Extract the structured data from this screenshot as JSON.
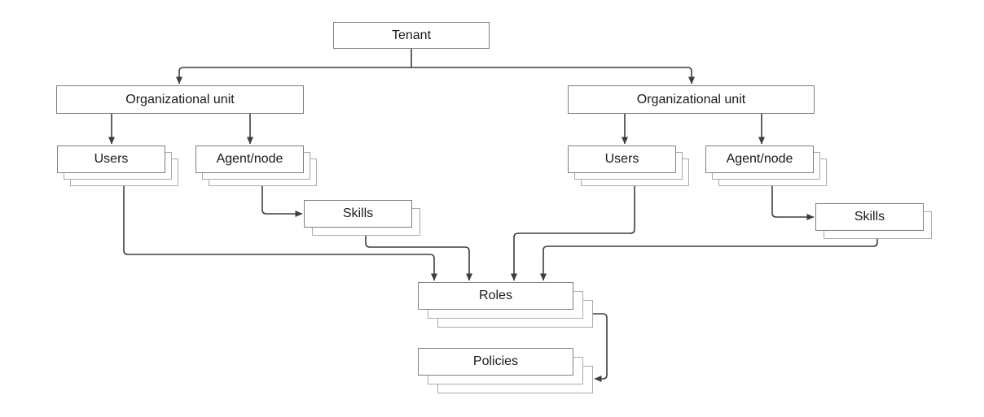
{
  "diagram": {
    "title": "Tenant / organizational unit hierarchy diagram",
    "nodes": {
      "tenant": {
        "label": "Tenant",
        "stacked": false
      },
      "org_left": {
        "label": "Organizational unit",
        "stacked": false
      },
      "org_right": {
        "label": "Organizational unit",
        "stacked": false
      },
      "users_left": {
        "label": "Users",
        "stacked": true,
        "stack_count": 3
      },
      "agent_left": {
        "label": "Agent/node",
        "stacked": true,
        "stack_count": 3
      },
      "skills_left": {
        "label": "Skills",
        "stacked": true,
        "stack_count": 2
      },
      "users_right": {
        "label": "Users",
        "stacked": true,
        "stack_count": 3
      },
      "agent_right": {
        "label": "Agent/node",
        "stacked": true,
        "stack_count": 3
      },
      "skills_right": {
        "label": "Skills",
        "stacked": true,
        "stack_count": 2
      },
      "roles": {
        "label": "Roles",
        "stacked": true,
        "stack_count": 3
      },
      "policies": {
        "label": "Policies",
        "stacked": true,
        "stack_count": 3
      }
    },
    "edges": [
      {
        "from": "tenant",
        "to": "org_left"
      },
      {
        "from": "tenant",
        "to": "org_right"
      },
      {
        "from": "org_left",
        "to": "users_left"
      },
      {
        "from": "org_left",
        "to": "agent_left"
      },
      {
        "from": "org_right",
        "to": "users_right"
      },
      {
        "from": "org_right",
        "to": "agent_right"
      },
      {
        "from": "agent_left",
        "to": "skills_left"
      },
      {
        "from": "agent_right",
        "to": "skills_right"
      },
      {
        "from": "users_left",
        "to": "roles"
      },
      {
        "from": "skills_left",
        "to": "roles"
      },
      {
        "from": "users_right",
        "to": "roles"
      },
      {
        "from": "skills_right",
        "to": "roles"
      },
      {
        "from": "roles",
        "to": "policies"
      }
    ],
    "colors": {
      "background": "#ffffff",
      "box_fill": "#ffffff",
      "box_border": "#7f7f7f",
      "stack_border": "#ababab",
      "connector": "#3d3d3d",
      "text": "#1a1a1a"
    }
  }
}
